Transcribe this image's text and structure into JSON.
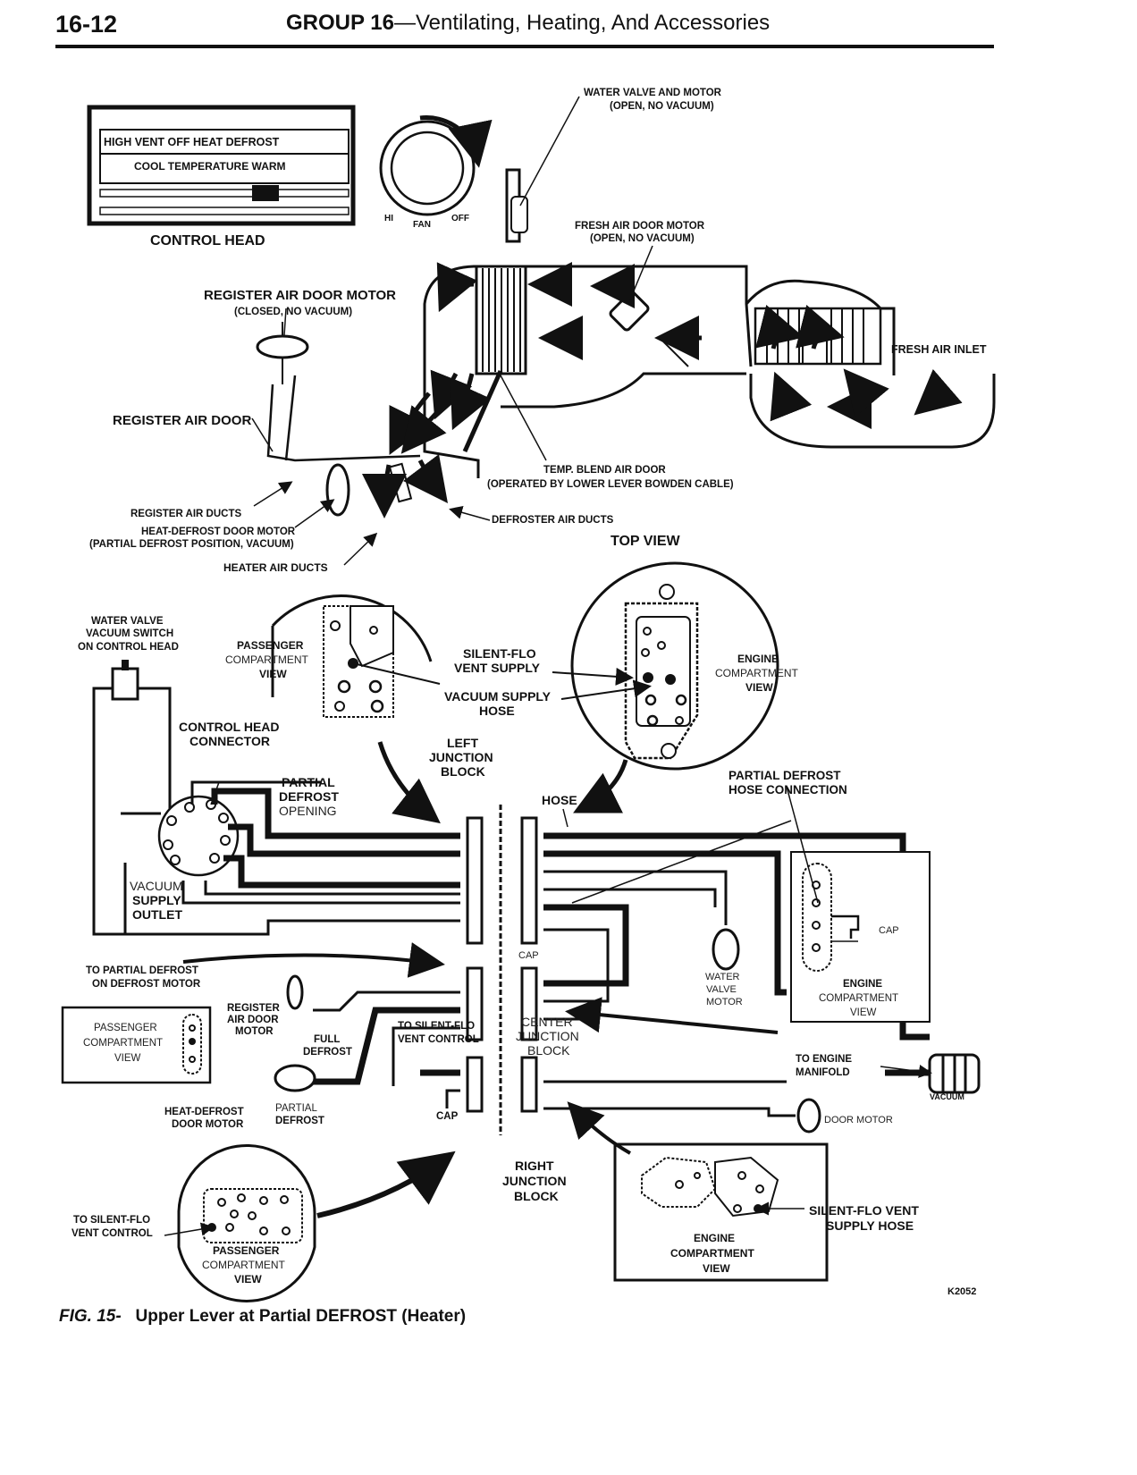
{
  "header": {
    "page_number": "16-12",
    "group": "GROUP 16",
    "title": "—Ventilating, Heating, And Accessories"
  },
  "control_head": {
    "row1": "HIGH VENT  OFF  HEAT    DEFROST",
    "row2": "COOL  TEMPERATURE  WARM",
    "label": "CONTROL HEAD",
    "fan_hi": "HI",
    "fan_label": "FAN",
    "fan_off": "OFF"
  },
  "top_view": {
    "water_valve_1": "WATER VALVE AND MOTOR",
    "water_valve_2": "(OPEN, NO VACUUM)",
    "fresh_door_1": "FRESH AIR DOOR MOTOR",
    "fresh_door_2": "(OPEN, NO VACUUM)",
    "register_motor_1": "REGISTER AIR DOOR MOTOR",
    "register_motor_2": "(CLOSED, NO VACUUM)",
    "fresh_inlet": "FRESH AIR INLET",
    "register_door": "REGISTER AIR DOOR",
    "temp_blend_1": "TEMP. BLEND AIR DOOR",
    "temp_blend_2": "(OPERATED BY LOWER LEVER BOWDEN CABLE)",
    "register_ducts": "REGISTER AIR DUCTS",
    "heat_defrost_1": "HEAT-DEFROST DOOR MOTOR",
    "heat_defrost_2": "(PARTIAL DEFROST POSITION, VACUUM)",
    "defroster_ducts": "DEFROSTER AIR DUCTS",
    "top_view": "TOP VIEW",
    "heater_ducts": "HEATER AIR DUCTS"
  },
  "vacuum": {
    "water_switch_1": "WATER VALVE",
    "water_switch_2": "VACUUM SWITCH",
    "water_switch_3": "ON CONTROL HEAD",
    "pass_1": "PASSENGER",
    "pass_2": "COMPARTMENT",
    "pass_3": "VIEW",
    "silent_flo_1": "SILENT-FLO",
    "silent_flo_2": "VENT SUPPLY",
    "vac_supply_1": "VACUUM SUPPLY",
    "vac_supply_2": "HOSE",
    "engine_1": "ENGINE",
    "engine_2": "COMPARTMENT",
    "engine_3": "VIEW",
    "ch_conn_1": "CONTROL HEAD",
    "ch_conn_2": "CONNECTOR",
    "left_jb_1": "LEFT",
    "left_jb_2": "JUNCTION",
    "left_jb_3": "BLOCK",
    "partial_1": "PARTIAL",
    "partial_2": "DEFROST",
    "partial_3": "OPENING",
    "hose": "HOSE",
    "pd_hose_1": "PARTIAL DEFROST",
    "pd_hose_2": "HOSE CONNECTION",
    "vac_out_1": "VACUUM",
    "vac_out_2": "SUPPLY",
    "vac_out_3": "OUTLET",
    "cap": "CAP",
    "water_motor_1": "WATER",
    "water_motor_2": "VALVE",
    "water_motor_3": "MOTOR",
    "to_pd_1": "TO PARTIAL DEFROST",
    "to_pd_2": "ON DEFROST MOTOR",
    "reg_motor_1": "REGISTER",
    "reg_motor_2": "AIR DOOR",
    "reg_motor_3": "MOTOR",
    "to_sf_1": "TO SILENT-FLO",
    "to_sf_2": "VENT CONTROL",
    "center_jb_1": "CENTER",
    "center_jb_2": "JUNCTION",
    "center_jb_3": "BLOCK",
    "full_1": "FULL",
    "full_2": "DEFROST",
    "to_engine_1": "TO ENGINE",
    "to_engine_2": "MANIFOLD",
    "vacuum_cut": "VACUUM",
    "hd_motor_1": "HEAT-DEFROST",
    "hd_motor_2": "DOOR MOTOR",
    "partial_small_1": "PARTIAL",
    "partial_small_2": "DEFROST",
    "door_motor": "DOOR MOTOR",
    "right_jb_1": "RIGHT",
    "right_jb_2": "JUNCTION",
    "right_jb_3": "BLOCK",
    "sf_hose_1": "SILENT-FLO VENT",
    "sf_hose_2": "SUPPLY HOSE",
    "figure_code": "K2052"
  },
  "caption": {
    "fig": "FIG. 15-",
    "text": "Upper Lever at Partial DEFROST (Heater)"
  }
}
